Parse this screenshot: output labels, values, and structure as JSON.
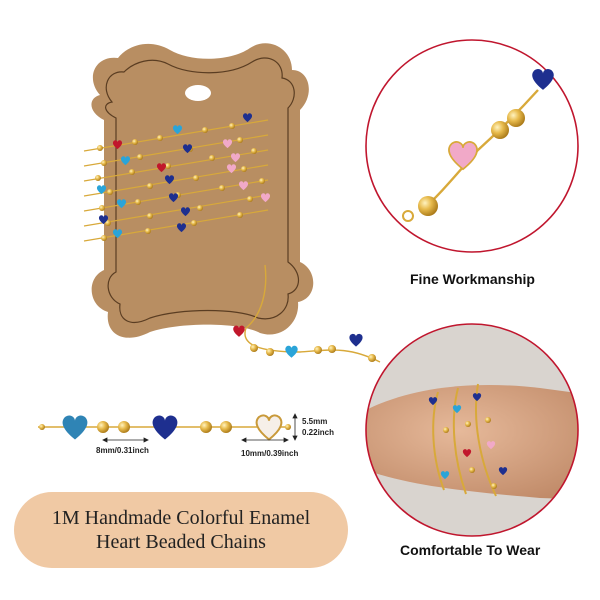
{
  "product_title": {
    "line1": "1M Handmade Colorful Enamel",
    "line2": "Heart Beaded Chains"
  },
  "captions": {
    "detail_top": "Fine Workmanship",
    "detail_bottom": "Comfortable To Wear"
  },
  "dimensions": {
    "heart_length": "8mm/0.31inch",
    "link_length": "10mm/0.39inch",
    "height_mm": "5.5mm",
    "height_inch": "0.22inch"
  },
  "colors": {
    "card": "#b78d62",
    "gold": "#e2b447",
    "red": "#c1172c",
    "blue": "#2aa4d8",
    "navy": "#1e2f8f",
    "pink": "#f1a9c8",
    "white_enamel": "#f6efe8",
    "pill": "#f0c9a4",
    "circle_border": "#c0162e"
  }
}
